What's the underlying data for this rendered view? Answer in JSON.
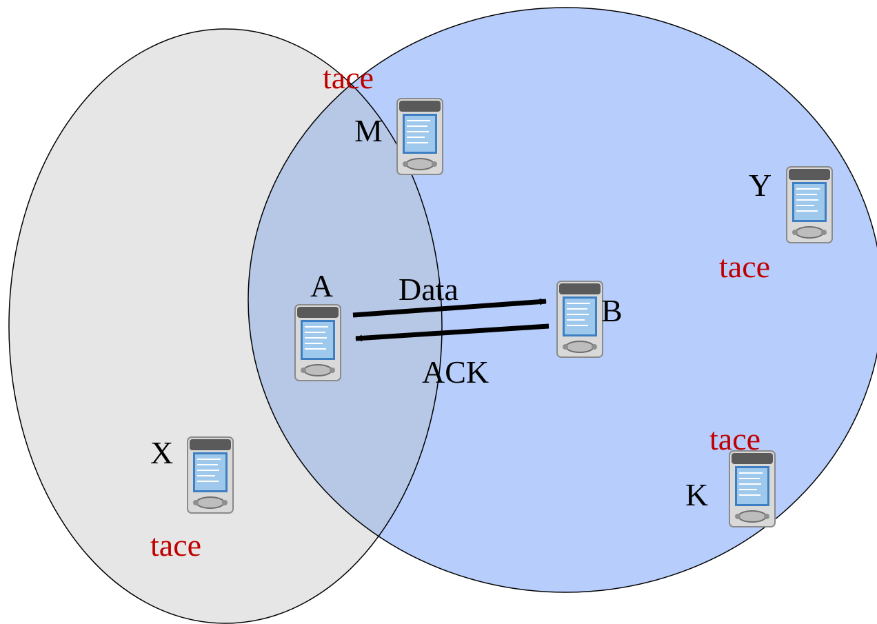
{
  "colors": {
    "left_circle_fill": "#e6e6e6",
    "right_circle_fill": "#b7cdfb",
    "overlap_fill": "#b7c7e6",
    "outline": "#000000",
    "label": "#000000",
    "tace": "#c00000",
    "arrow": "#000000"
  },
  "nodes": {
    "a": {
      "label": "A",
      "icon": "pda-device-icon"
    },
    "b": {
      "label": "B",
      "icon": "pda-device-icon"
    },
    "m": {
      "label": "M",
      "icon": "pda-device-icon"
    },
    "x": {
      "label": "X",
      "icon": "pda-device-icon"
    },
    "y": {
      "label": "Y",
      "icon": "pda-device-icon"
    },
    "k": {
      "label": "K",
      "icon": "pda-device-icon"
    }
  },
  "tace": {
    "m": "tace",
    "x": "tace",
    "y": "tace",
    "k": "tace"
  },
  "edges": {
    "data": {
      "label": "Data",
      "from": "A",
      "to": "B"
    },
    "ack": {
      "label": "ACK",
      "from": "B",
      "to": "A"
    }
  }
}
